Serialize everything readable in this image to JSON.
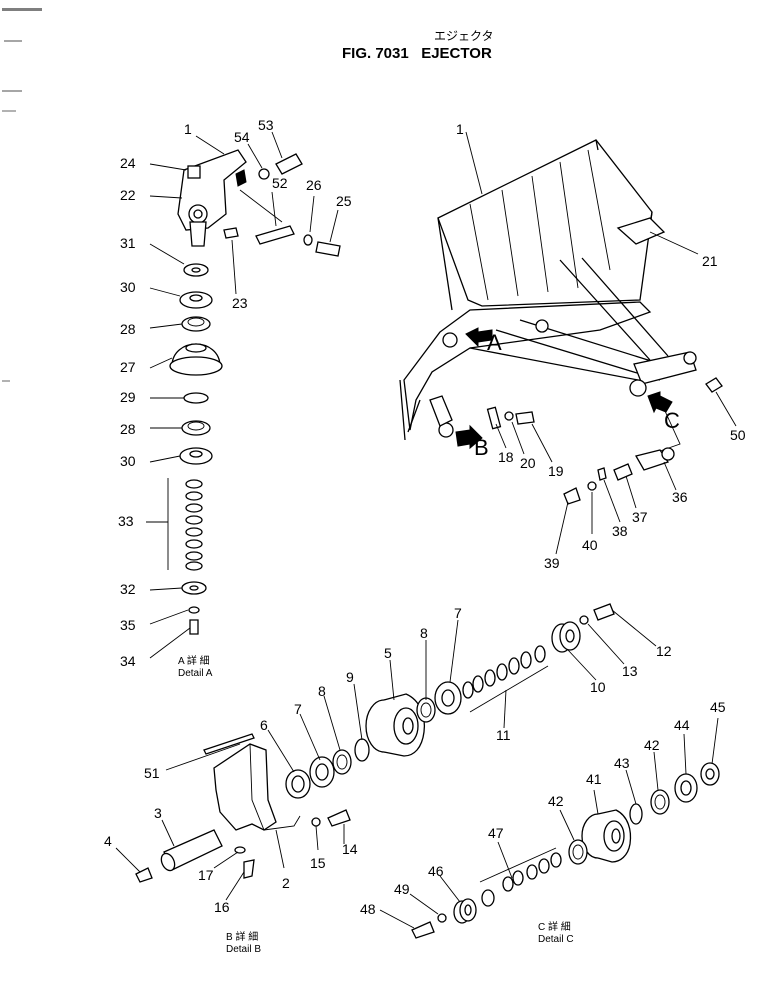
{
  "title": {
    "japanese": "エジェクタ",
    "main": "FIG. 7031   EJECTOR"
  },
  "detail_labels": {
    "a_jp": "A 詳 細",
    "a_en": "Detail A",
    "b_jp": "B 詳 細",
    "b_en": "Detail B",
    "c_jp": "C 詳 細",
    "c_en": "Detail C"
  },
  "view_letters": {
    "a": "A",
    "b": "B",
    "c": "C"
  },
  "callouts": [
    {
      "id": "c1a",
      "text": "1"
    },
    {
      "id": "c24",
      "text": "24"
    },
    {
      "id": "c54",
      "text": "54"
    },
    {
      "id": "c53",
      "text": "53"
    },
    {
      "id": "c22",
      "text": "22"
    },
    {
      "id": "c52",
      "text": "52"
    },
    {
      "id": "c26",
      "text": "26"
    },
    {
      "id": "c25",
      "text": "25"
    },
    {
      "id": "c31",
      "text": "31"
    },
    {
      "id": "c23",
      "text": "23"
    },
    {
      "id": "c30a",
      "text": "30"
    },
    {
      "id": "c28a",
      "text": "28"
    },
    {
      "id": "c27",
      "text": "27"
    },
    {
      "id": "c29",
      "text": "29"
    },
    {
      "id": "c28b",
      "text": "28"
    },
    {
      "id": "c30b",
      "text": "30"
    },
    {
      "id": "c33",
      "text": "33"
    },
    {
      "id": "c32",
      "text": "32"
    },
    {
      "id": "c35",
      "text": "35"
    },
    {
      "id": "c34",
      "text": "34"
    },
    {
      "id": "c1b",
      "text": "1"
    },
    {
      "id": "c21",
      "text": "21"
    },
    {
      "id": "c50",
      "text": "50"
    },
    {
      "id": "c18",
      "text": "18"
    },
    {
      "id": "c20",
      "text": "20"
    },
    {
      "id": "c19",
      "text": "19"
    },
    {
      "id": "c36",
      "text": "36"
    },
    {
      "id": "c37",
      "text": "37"
    },
    {
      "id": "c38",
      "text": "38"
    },
    {
      "id": "c40",
      "text": "40"
    },
    {
      "id": "c39",
      "text": "39"
    },
    {
      "id": "c7a",
      "text": "7"
    },
    {
      "id": "c8a",
      "text": "8"
    },
    {
      "id": "c5",
      "text": "5"
    },
    {
      "id": "c9",
      "text": "9"
    },
    {
      "id": "c8b",
      "text": "8"
    },
    {
      "id": "c7b",
      "text": "7"
    },
    {
      "id": "c6",
      "text": "6"
    },
    {
      "id": "c11",
      "text": "11"
    },
    {
      "id": "c10",
      "text": "10"
    },
    {
      "id": "c13",
      "text": "13"
    },
    {
      "id": "c12",
      "text": "12"
    },
    {
      "id": "c51",
      "text": "51"
    },
    {
      "id": "c3",
      "text": "3"
    },
    {
      "id": "c4",
      "text": "4"
    },
    {
      "id": "c17",
      "text": "17"
    },
    {
      "id": "c16",
      "text": "16"
    },
    {
      "id": "c2",
      "text": "2"
    },
    {
      "id": "c15",
      "text": "15"
    },
    {
      "id": "c14",
      "text": "14"
    },
    {
      "id": "c45",
      "text": "45"
    },
    {
      "id": "c44",
      "text": "44"
    },
    {
      "id": "c42a",
      "text": "42"
    },
    {
      "id": "c43",
      "text": "43"
    },
    {
      "id": "c41",
      "text": "41"
    },
    {
      "id": "c42b",
      "text": "42"
    },
    {
      "id": "c47",
      "text": "47"
    },
    {
      "id": "c46",
      "text": "46"
    },
    {
      "id": "c49",
      "text": "49"
    },
    {
      "id": "c48",
      "text": "48"
    }
  ]
}
